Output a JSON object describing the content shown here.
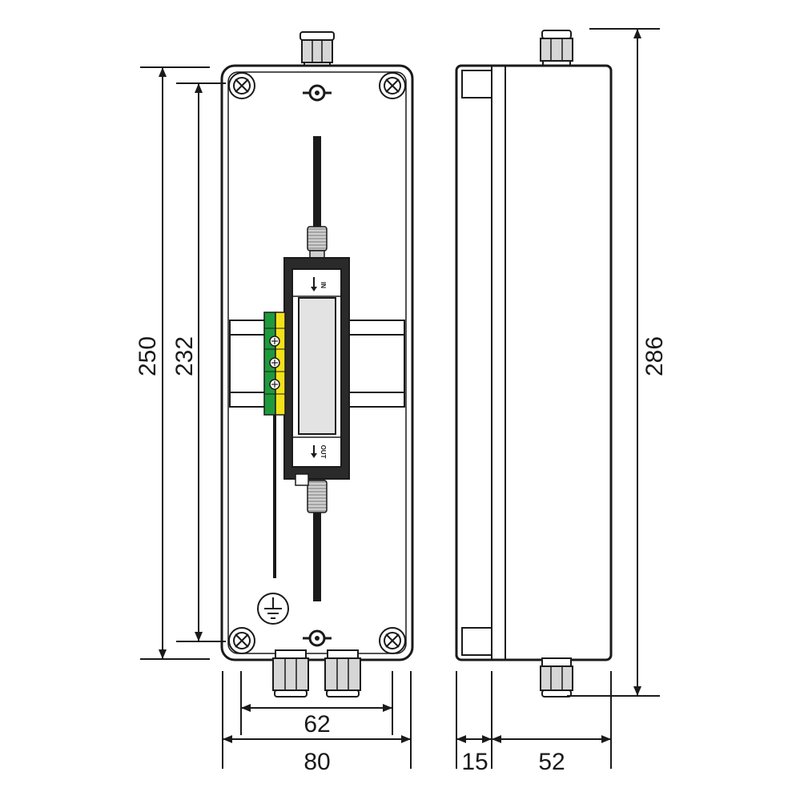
{
  "dimensions": {
    "front_height_outer": "250",
    "front_height_inner": "232",
    "front_width_inner": "62",
    "front_width_outer": "80",
    "side_lid_depth": "15",
    "side_body_depth": "52",
    "side_height_total": "286"
  },
  "device_labels": {
    "input": "IN",
    "output": "OUT"
  },
  "colors": {
    "line": "#1a1a1a",
    "enclosure_fill": "#ffffff",
    "module_body": "#2a2a2a",
    "module_window": "#e3e3e3",
    "gland_grey": "#bdbdbd",
    "rail_fill": "#ffffff",
    "terminal_green": "#1e9a3c",
    "terminal_yellow": "#f2e21a"
  },
  "icons": {
    "ground": "protective-earth-symbol",
    "mounting_hole": "keyhole-slot",
    "corner_screw": "corner-screw"
  }
}
